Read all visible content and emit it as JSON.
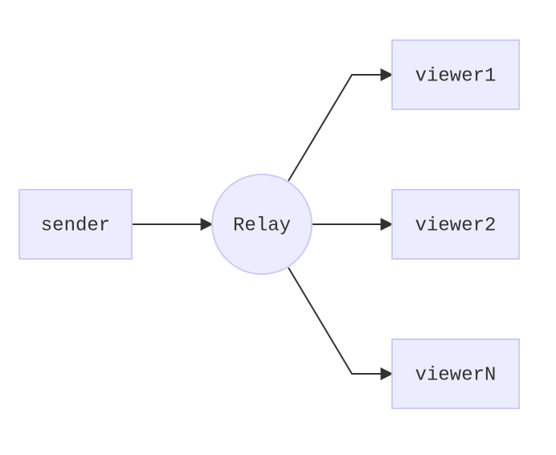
{
  "diagram": {
    "nodes": {
      "sender": "sender",
      "relay": "Relay",
      "viewer1": "viewer1",
      "viewer2": "viewer2",
      "viewerN": "viewerN"
    },
    "edges": [
      {
        "from": "sender",
        "to": "relay"
      },
      {
        "from": "relay",
        "to": "viewer1"
      },
      {
        "from": "relay",
        "to": "viewer2"
      },
      {
        "from": "relay",
        "to": "viewerN"
      }
    ],
    "colors": {
      "node_fill": "#ECECFF",
      "node_stroke": "#CCCCF5",
      "edge": "#333333",
      "text": "#333333"
    }
  }
}
